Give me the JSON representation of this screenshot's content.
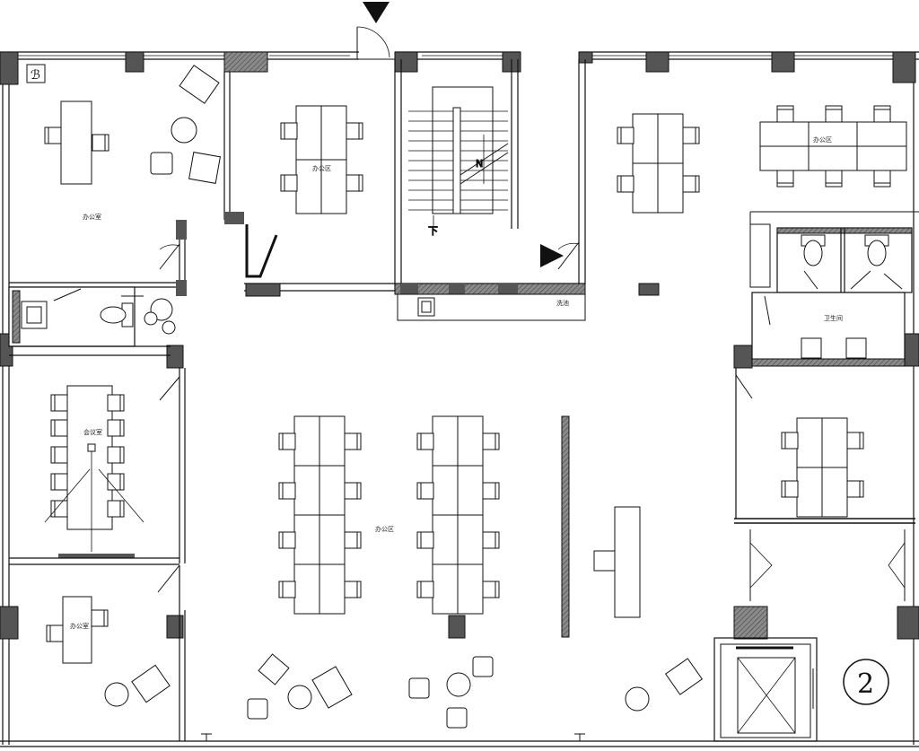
{
  "plan": {
    "labels": {
      "office_room_nw": "办公室",
      "office_area_north": "办公区",
      "office_area_ne": "办公区",
      "meeting_room": "会议室",
      "office_room_sw": "办公室",
      "office_area_center": "办公区",
      "restroom": "卫生间",
      "stair_down": "下",
      "north_mark": "N",
      "sink": "洗池",
      "section_number": "2"
    },
    "colors": {
      "wall_fill": "#555555",
      "wall_hatch": "#777777",
      "line": "#111111",
      "background": "#ffffff"
    }
  }
}
